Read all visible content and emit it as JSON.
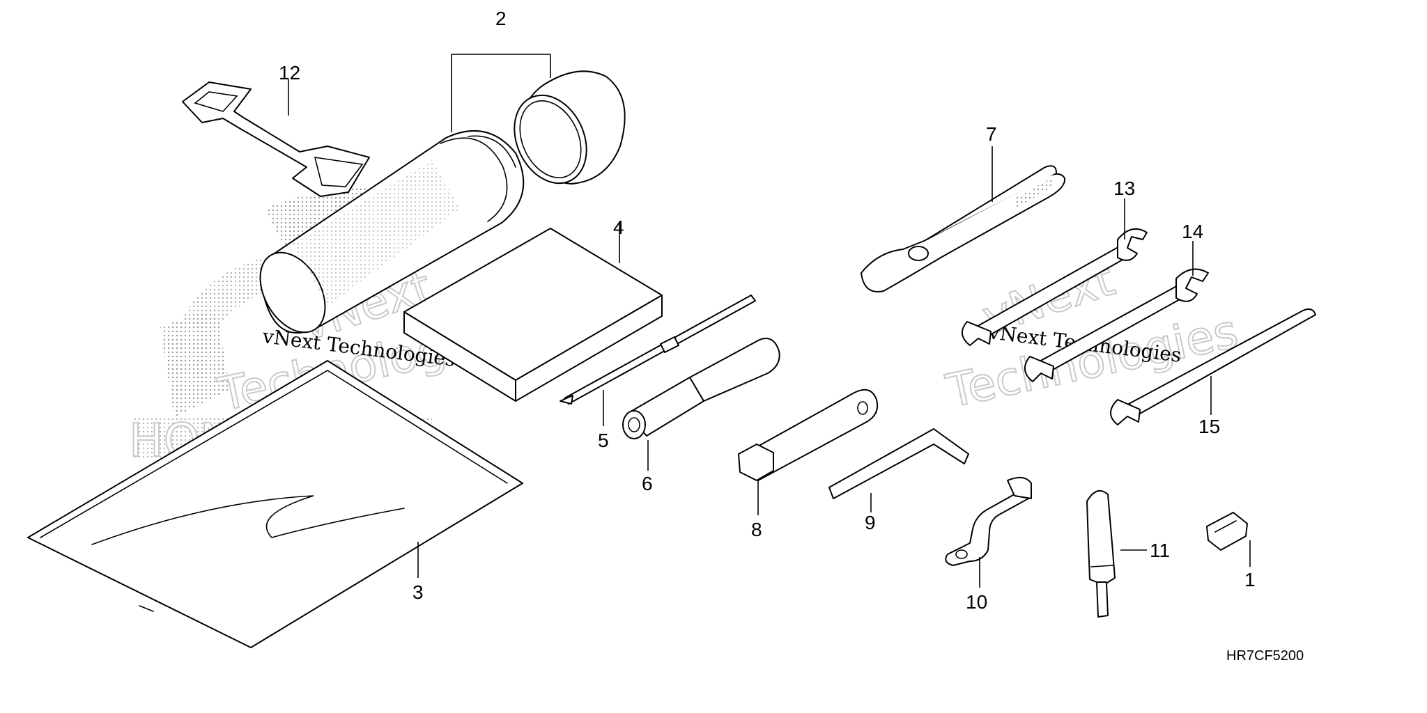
{
  "callouts": {
    "c1": "1",
    "c2": "2",
    "c3": "3",
    "c4": "4",
    "c5": "5",
    "c6": "6",
    "c7": "7",
    "c8": "8",
    "c9": "9",
    "c10": "10",
    "c11": "11",
    "c12": "12",
    "c13": "13",
    "c14": "14",
    "c15": "15"
  },
  "diagram_code": "HR7CF5200",
  "watermarks": {
    "serif_line": "vNext Technologies",
    "outline_word_1": "vNext",
    "outline_word_2": "Technologies",
    "logo_text": "HONDA"
  }
}
